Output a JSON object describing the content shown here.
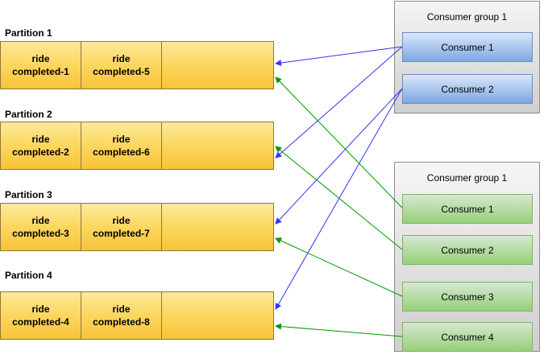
{
  "partitions": [
    {
      "label": "Partition 1",
      "cells": [
        "ride\ncompleted-1",
        "ride\ncompleted-5",
        ""
      ]
    },
    {
      "label": "Partition 2",
      "cells": [
        "ride\ncompleted-2",
        "ride\ncompleted-6",
        ""
      ]
    },
    {
      "label": "Partition 3",
      "cells": [
        "ride\ncompleted-3",
        "ride\ncompleted-7",
        ""
      ]
    },
    {
      "label": "Partition 4",
      "cells": [
        "ride\ncompleted-4",
        "ride\ncompleted-8",
        ""
      ]
    }
  ],
  "groups": [
    {
      "title": "Consumer group 1",
      "consumers": [
        "Consumer 1",
        "Consumer 2"
      ]
    },
    {
      "title": "Consumer group 1",
      "consumers": [
        "Consumer 1",
        "Consumer 2",
        "Consumer 3",
        "Consumer 4"
      ]
    }
  ],
  "colors": {
    "partition_fill": "#fbd55a",
    "group1_consumer_fill": "#7ea6e0",
    "group2_consumer_fill": "#97d077",
    "group1_arrow": "#3333ff",
    "group2_arrow": "#009900"
  },
  "edges": [
    {
      "group": 0,
      "consumer": 0,
      "partition": 0,
      "color": "group1_arrow"
    },
    {
      "group": 0,
      "consumer": 0,
      "partition": 1,
      "color": "group1_arrow"
    },
    {
      "group": 0,
      "consumer": 1,
      "partition": 2,
      "color": "group1_arrow"
    },
    {
      "group": 0,
      "consumer": 1,
      "partition": 3,
      "color": "group1_arrow"
    },
    {
      "group": 1,
      "consumer": 0,
      "partition": 0,
      "color": "group2_arrow"
    },
    {
      "group": 1,
      "consumer": 1,
      "partition": 1,
      "color": "group2_arrow"
    },
    {
      "group": 1,
      "consumer": 2,
      "partition": 2,
      "color": "group2_arrow"
    },
    {
      "group": 1,
      "consumer": 3,
      "partition": 3,
      "color": "group2_arrow"
    }
  ]
}
